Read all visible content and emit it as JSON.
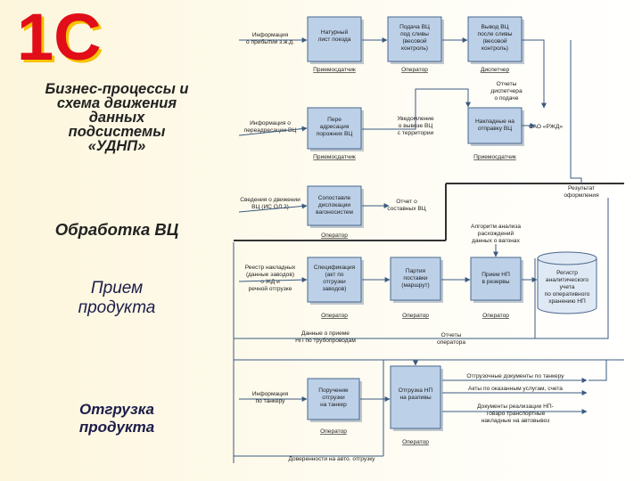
{
  "logo": {
    "text": "1С",
    "colors": {
      "primary": "#e10d19",
      "accent": "#f7c300"
    }
  },
  "left_panel": {
    "title_lines": [
      "Бизнес-процессы и",
      "схема движения",
      "данных",
      "подсистемы",
      "«УДНП»"
    ],
    "section_1": "Обработка ВЦ",
    "section_2_lines": [
      "Прием",
      "продукта"
    ],
    "section_3_lines": [
      "Отгрузка",
      "продукта"
    ]
  },
  "colors": {
    "box_fill": "#bcd0e8",
    "box_border": "#4a678c",
    "arrow": "#3b5a80",
    "divider": "#333333"
  },
  "boxes": [
    {
      "id": "b1",
      "lines": [
        "Натурный",
        "лист поезда"
      ],
      "role": "Приемосдатчик"
    },
    {
      "id": "b2",
      "lines": [
        "Подача ВЦ",
        "под сливы",
        "(весовой",
        "контроль)"
      ],
      "role": "Оператор"
    },
    {
      "id": "b3",
      "lines": [
        "Вывод ВЦ",
        "после сливы",
        "(весовой",
        "контроль)"
      ],
      "role": "Диспетчер"
    },
    {
      "id": "b4",
      "lines": [
        "Пере",
        "адресация",
        "порожних ВЦ"
      ],
      "role": "Приемосдатчик"
    },
    {
      "id": "b5",
      "lines": [
        "Накладные на",
        "отправку ВЦ"
      ],
      "role": "Приемосдатчик"
    },
    {
      "id": "b6",
      "lines": [
        "Сопоставле",
        "дислокации",
        "вагоносистем"
      ],
      "role": "Оператор"
    },
    {
      "id": "b7",
      "lines": [
        "Спецификация",
        "(акт по",
        "отгрузки",
        "заводов)"
      ],
      "role": "Оператор"
    },
    {
      "id": "b8",
      "lines": [
        "Партия",
        "поставки",
        "(маршрут)"
      ],
      "role": "Оператор"
    },
    {
      "id": "b9",
      "lines": [
        "Прием НП",
        "в резервы"
      ],
      "role": "Оператор"
    },
    {
      "id": "b10",
      "lines": [
        "Поручение",
        "отгрузки",
        "на танкер"
      ],
      "role": "Оператор"
    },
    {
      "id": "b11",
      "lines": [
        "Отгрузка НП",
        "на разливы"
      ],
      "role": "Оператор"
    }
  ],
  "database": {
    "lines": [
      "Регистр",
      "аналитического",
      "учета",
      "по оперативного",
      "хранению НП"
    ]
  },
  "inputs": [
    {
      "id": "in1",
      "lines": [
        "Информация",
        "о прибытии з.ж.д."
      ]
    },
    {
      "id": "in2",
      "lines": [
        "Информация о",
        "переадресации ВЦ"
      ]
    },
    {
      "id": "in3",
      "lines": [
        "Сведения о движении",
        "ВЦ (ИС ОЛ 2)"
      ]
    },
    {
      "id": "in4",
      "lines": [
        "Реестр накладных",
        "(данные заводов)",
        "о ЖД и",
        "речной отгрузке"
      ]
    },
    {
      "id": "in5",
      "lines": [
        "Данные о приеме",
        "НП по трубопроводам"
      ]
    },
    {
      "id": "in6",
      "lines": [
        "Информация",
        "по танкеру"
      ]
    },
    {
      "id": "in7",
      "lines": [
        "Доверенности на авто. отгрузку"
      ]
    }
  ],
  "notes": [
    {
      "id": "n1",
      "lines": [
        "Уведомление",
        "о вывозе ВЦ",
        "с территории"
      ]
    },
    {
      "id": "n2",
      "lines": [
        "Отчеты",
        "диспетчера",
        "о подаче"
      ]
    },
    {
      "id": "n3",
      "lines": [
        "Отчет о",
        "составных ВЦ"
      ]
    },
    {
      "id": "n4",
      "lines": [
        "Результат",
        "оформления"
      ]
    },
    {
      "id": "n5",
      "lines": [
        "Алгоритм анализа",
        "расхождений",
        "данных о вагонах"
      ]
    },
    {
      "id": "n6",
      "lines": [
        "Отчеты",
        "оператора"
      ]
    },
    {
      "id": "n7",
      "lines": [
        "САО «РЖД»"
      ]
    }
  ],
  "outputs": [
    {
      "id": "o1",
      "text": "Отгрузочные документы по танкеру"
    },
    {
      "id": "o2",
      "text": "Акты по оказанным услугам, счета"
    },
    {
      "id": "o3",
      "text": "Документы реализации НП-"
    },
    {
      "id": "o4",
      "text": "Товаро транспортные"
    },
    {
      "id": "o5",
      "text": "накладные на автовывоз"
    }
  ]
}
